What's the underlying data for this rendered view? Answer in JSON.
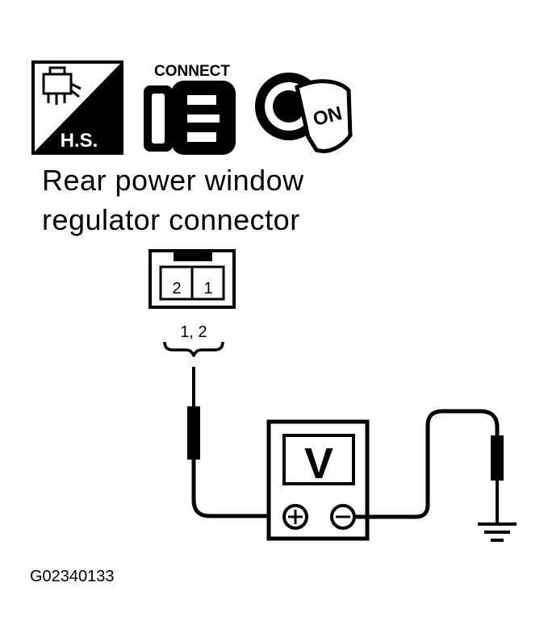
{
  "icons": {
    "harness_label": "H.S.",
    "connect_label": "CONNECT",
    "ignition_label": "ON"
  },
  "connector": {
    "title_line1": "Rear power window",
    "title_line2": "regulator connector",
    "pin_left": "2",
    "pin_right": "1",
    "pins_label": "1, 2"
  },
  "meter": {
    "label": "V",
    "plus_symbol": "⊕",
    "minus_symbol": "⊖"
  },
  "figure_id": "G02340133"
}
